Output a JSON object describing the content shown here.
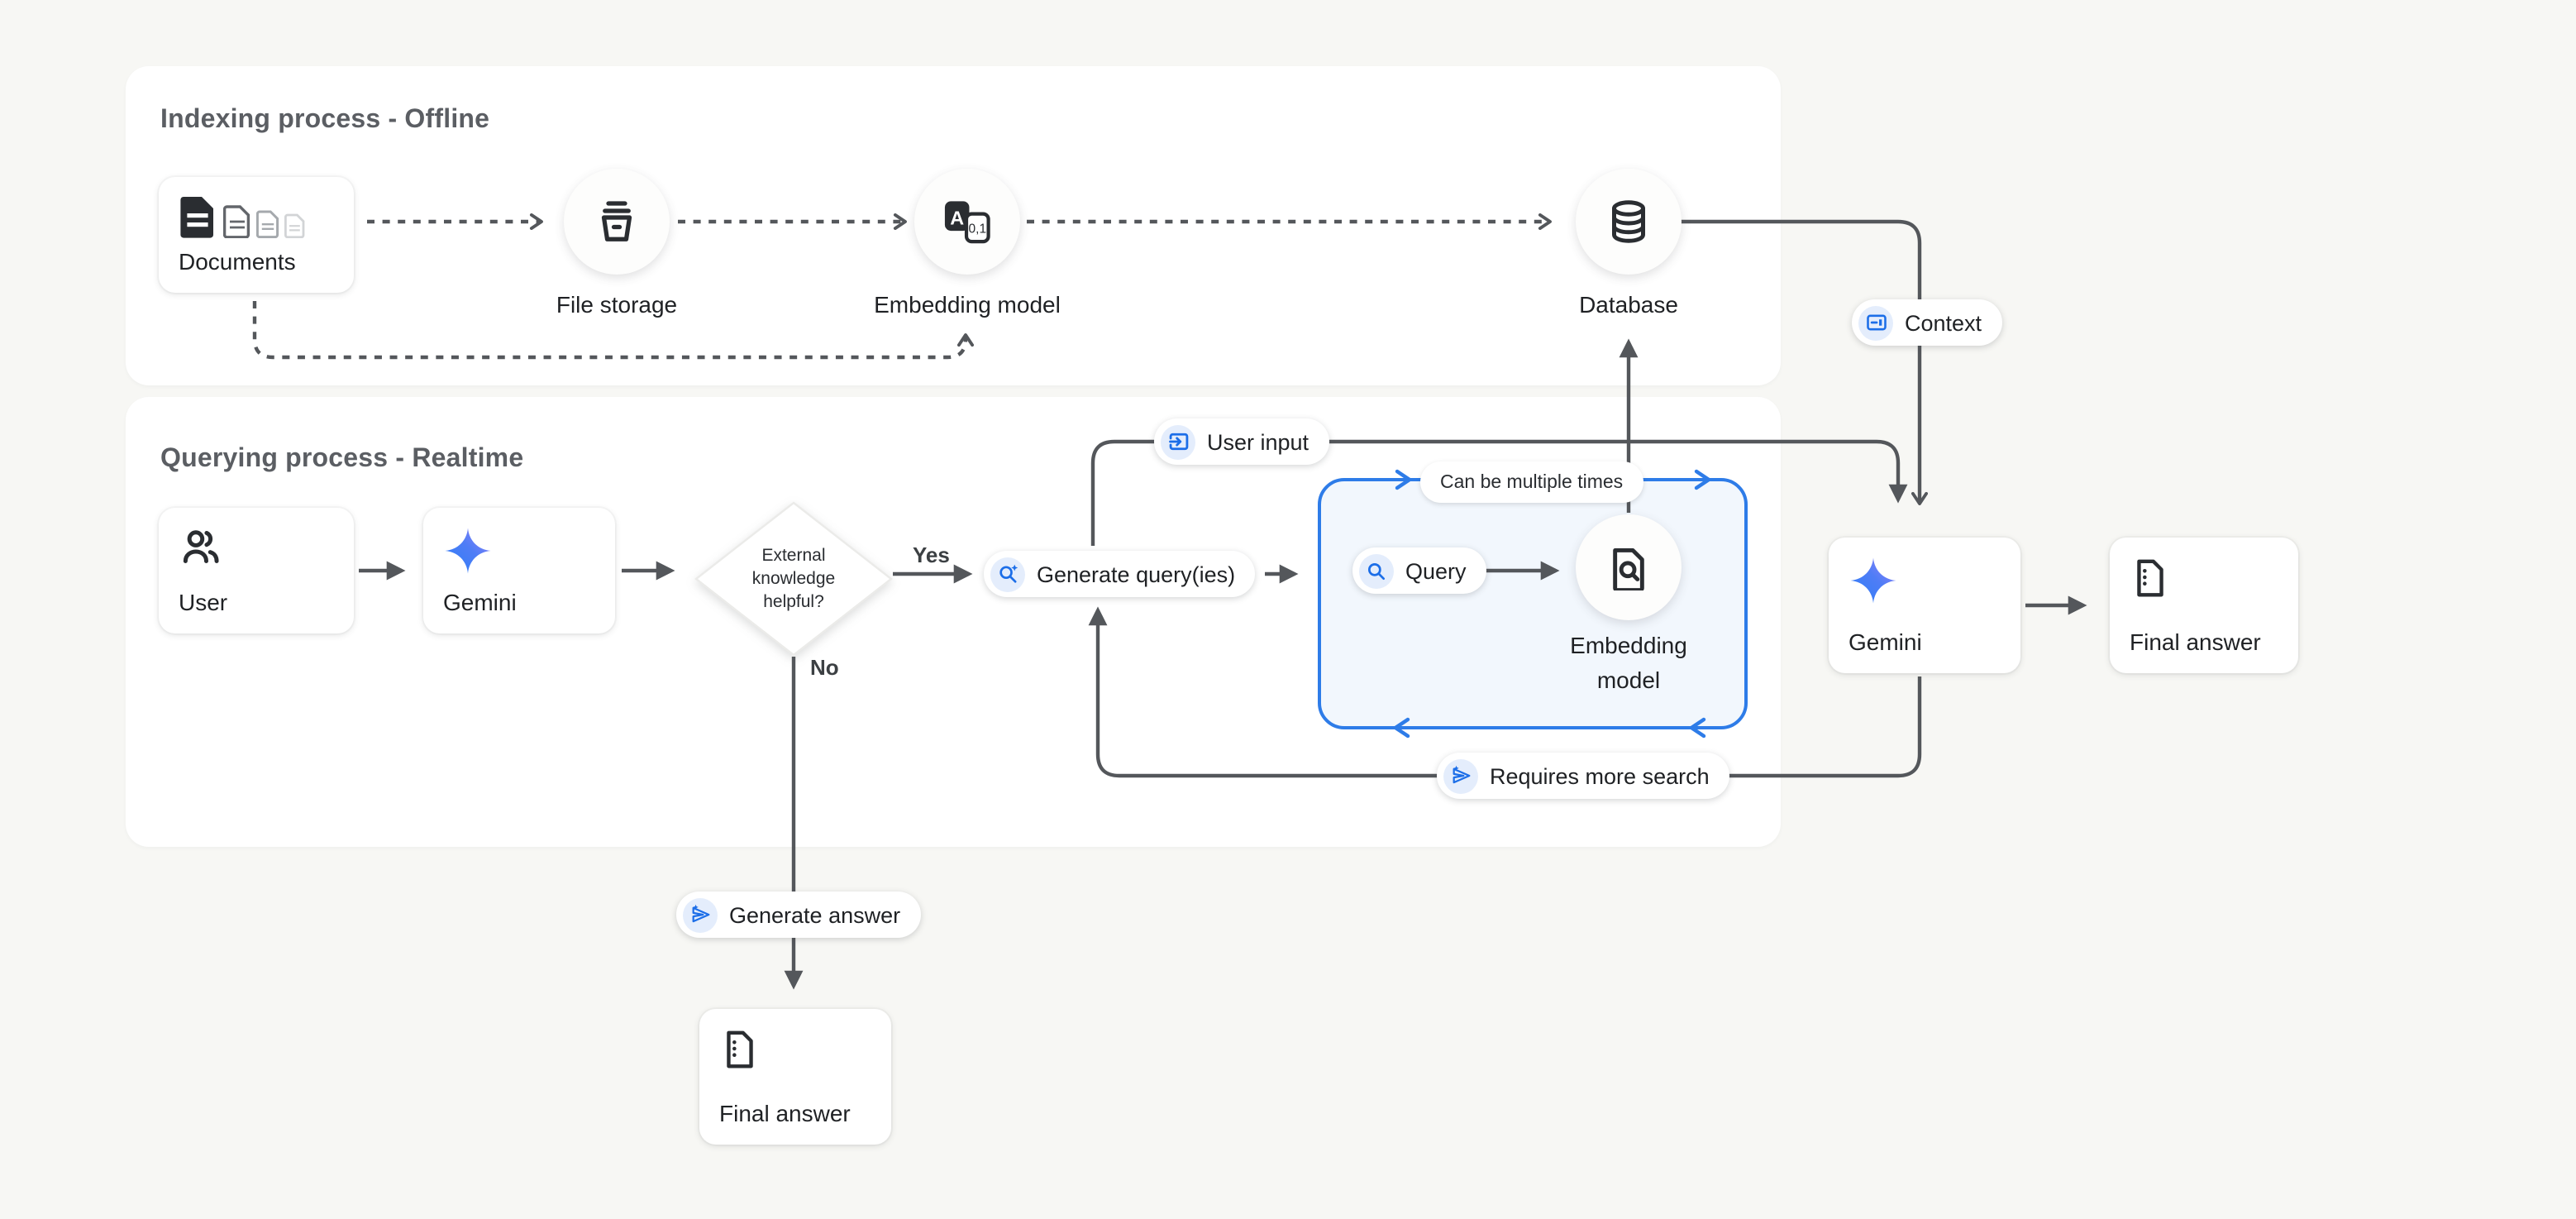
{
  "colors": {
    "background": "#f7f7f4",
    "panel": "#ffffff",
    "line": "#54575b",
    "accent_blue": "#1c6ee8",
    "chip_bg": "#e4edfc",
    "loop_box_border": "#2e7ce8",
    "loop_box_fill": "#f2f7fd",
    "gemini_gradient_start": "#2c7ef8",
    "gemini_gradient_end": "#9b83fa"
  },
  "panels": {
    "indexing": {
      "title": "Indexing process - Offline"
    },
    "querying": {
      "title": "Querying process - Realtime"
    }
  },
  "nodes": {
    "documents": {
      "label": "Documents"
    },
    "file_storage": {
      "label": "File storage"
    },
    "embedding_model_offline": {
      "label": "Embedding model"
    },
    "database": {
      "label": "Database"
    },
    "user": {
      "label": "User"
    },
    "gemini_main": {
      "label": "Gemini"
    },
    "decision": {
      "label": "External knowledge helpful?"
    },
    "embedding_model_realtime": {
      "label": "Embedding model"
    },
    "gemini_answer": {
      "label": "Gemini"
    },
    "final_answer_right": {
      "label": "Final answer"
    },
    "final_answer_bottom": {
      "label": "Final answer"
    }
  },
  "edges": {
    "yes_label": "Yes",
    "no_label": "No"
  },
  "pills": {
    "user_input": {
      "label": "User input"
    },
    "generate_queries": {
      "label": "Generate query(ies)"
    },
    "query": {
      "label": "Query"
    },
    "requires_more_search": {
      "label": "Requires more search"
    },
    "generate_answer": {
      "label": "Generate answer"
    },
    "context": {
      "label": "Context"
    },
    "loop_note": {
      "label": "Can be multiple times"
    }
  }
}
